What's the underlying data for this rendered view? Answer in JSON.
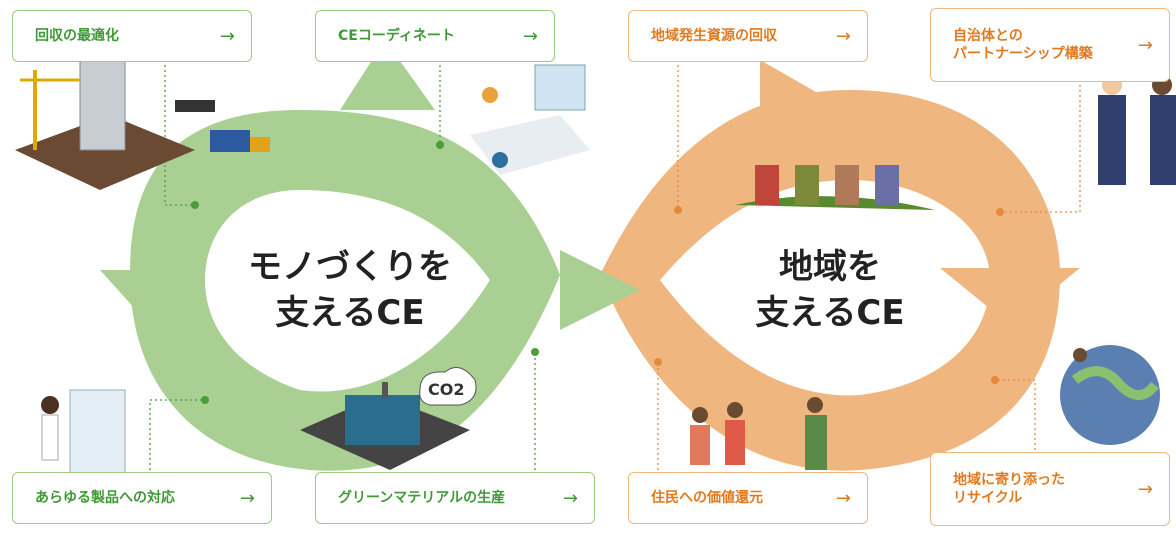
{
  "left_cycle": {
    "title": "モノづくりを\n支えるCE",
    "color": "#a9cf92"
  },
  "right_cycle": {
    "title": "地域を\n支えるCE",
    "color": "#efb680"
  },
  "co2_label": "CO2",
  "cards": [
    {
      "id": "recovery",
      "label": "回収の最適化",
      "arrow": "→"
    },
    {
      "id": "coordinate",
      "label": "CEコーディネート",
      "arrow": "→"
    },
    {
      "id": "products",
      "label": "あらゆる製品への対応",
      "arrow": "→"
    },
    {
      "id": "green",
      "label": "グリーンマテリアルの生産",
      "arrow": "→"
    },
    {
      "id": "regional",
      "label": "地域発生資源の回収",
      "arrow": "→"
    },
    {
      "id": "partnership",
      "label": "自治体との\nパートナーシップ構築",
      "arrow": "→"
    },
    {
      "id": "residents",
      "label": "住民への価値還元",
      "arrow": "→"
    },
    {
      "id": "recycle",
      "label": "地域に寄り添った\nリサイクル",
      "arrow": "→"
    }
  ]
}
